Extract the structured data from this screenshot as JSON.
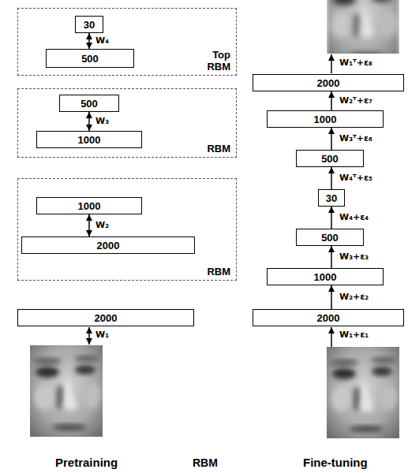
{
  "diagram": {
    "nodes": [
      {
        "text": [
          "Top RBM"
        ]
      },
      {
        "text": [
          "30"
        ],
        "in": 0
      },
      {
        "text": [
          "500"
        ],
        "in": 0
      },
      {
        "text": [
          "RBM"
        ]
      },
      {
        "text": [
          "500"
        ],
        "in": 3
      },
      {
        "text": [
          "1000"
        ],
        "in": 3
      },
      {
        "text": [
          "RBM"
        ]
      },
      {
        "text": [
          "1000"
        ],
        "in": 6
      },
      {
        "text": [
          "2000"
        ],
        "in": 6
      },
      {
        "text": [
          "2000"
        ]
      },
      {
        "text": [
          "2000"
        ]
      },
      {
        "text": [
          "1000"
        ]
      },
      {
        "text": [
          "500"
        ]
      },
      {
        "text": [
          "30"
        ]
      },
      {
        "text": [
          "500"
        ]
      },
      {
        "text": [
          "1000"
        ]
      },
      {
        "text": [
          "2000"
        ]
      }
    ],
    "edges": [
      {
        "from": 2,
        "to": 1,
        "label": "W₄",
        "arrow": "both"
      },
      {
        "from": 5,
        "to": 4,
        "label": "W₃",
        "arrow": "both"
      },
      {
        "from": 8,
        "to": 7,
        "label": "W₂",
        "arrow": "both"
      },
      {
        "from": 16,
        "to": 15,
        "label": "W₂+ε₂",
        "arrow": "to"
      },
      {
        "from": 15,
        "to": 14,
        "label": "W₃+ε₃",
        "arrow": "to"
      },
      {
        "from": 14,
        "to": 13,
        "label": "W₄+ε₄",
        "arrow": "to"
      },
      {
        "from": 13,
        "to": 12,
        "label": "W₄ᵀ+ε₅",
        "arrow": "to"
      },
      {
        "from": 12,
        "to": 11,
        "label": "W₃ᵀ+ε₆",
        "arrow": "to"
      },
      {
        "from": 11,
        "to": 10,
        "label": "W₂ᵀ+ε₇",
        "arrow": "to"
      }
    ],
    "labels": [
      "W₁",
      "RBM",
      "Pretraining",
      "W₁+ε₁",
      "W₁ᵀ+ε₈",
      "Fine-tuning"
    ]
  }
}
